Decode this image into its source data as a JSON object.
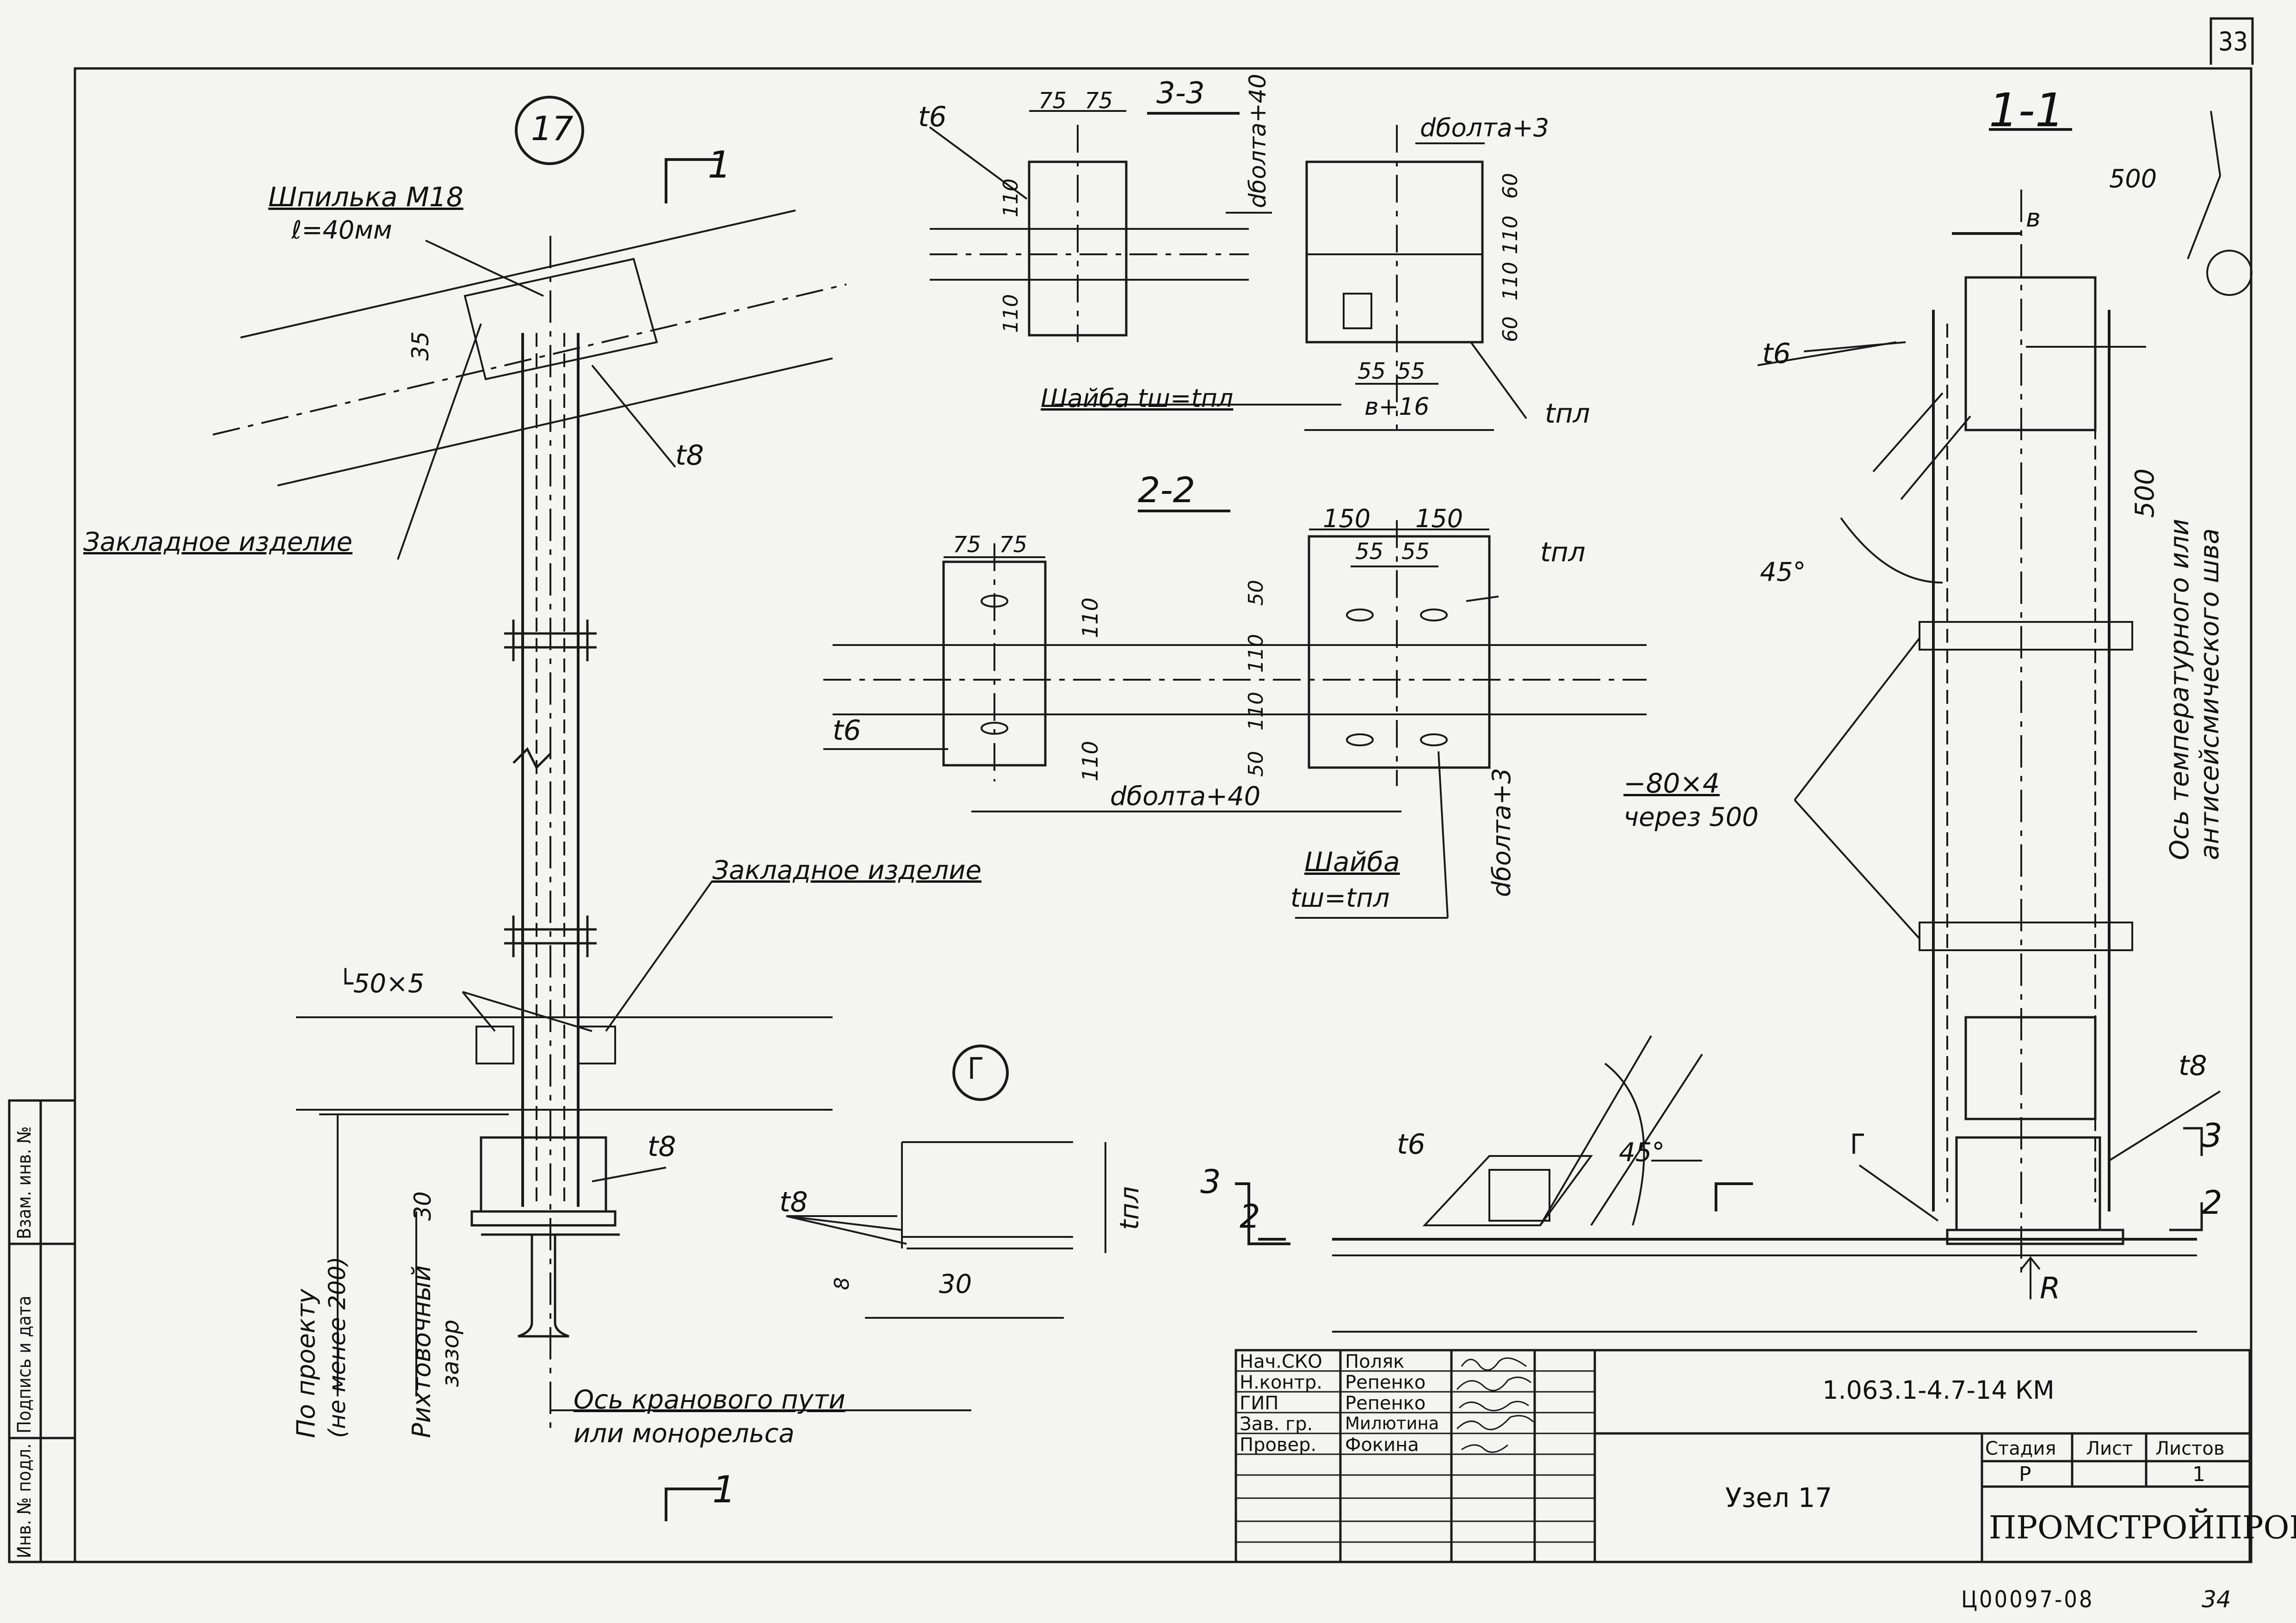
{
  "sheet": {
    "page_number_top": "33",
    "page_number_bottom": "34",
    "archive_code": "Ц00097-08"
  },
  "views": {
    "node_marker": "17",
    "section_1_1_title": "1-1",
    "section_2_2_title": "2-2",
    "section_3_3_title": "3-3",
    "detail_g_marker": "Г",
    "cut_mark_1": "1",
    "cut_mark_2": "2",
    "cut_mark_3": "3",
    "detail_g_ref": "Г"
  },
  "labels": {
    "stud_line1": "Шпилька М18",
    "stud_line2": "ℓ=40мм",
    "embedded_1": "Закладное изделие",
    "embedded_2": "Закладное изделие",
    "angle": "└50×5",
    "t8": "t8",
    "t6": "t6",
    "tpl": "tпл",
    "by_project_1": "По проекту",
    "by_project_2": "(не менее 200)",
    "alignment_1": "Рихтовочный",
    "alignment_2": "зазор",
    "crane_axis_1": "Ось кранового пути",
    "crane_axis_2": "или монорельса",
    "washer_33": "Шайба tш=tпл",
    "washer_22_1": "Шайба",
    "washer_22_2": "tш=tпл",
    "bolt_d3": "dболта+3",
    "bolt_d40": "dболта+40",
    "b16": "в+16",
    "b": "в",
    "strip_1": "−80×4",
    "strip_2": "через 500",
    "axis_joint_1": "Ось температурного или",
    "axis_joint_2": "антисейсмического шва",
    "angle_45": "45°",
    "reaction": "R"
  },
  "dims": {
    "d75": "75",
    "d150": "150",
    "d55": "55",
    "d110": "110",
    "d60": "60",
    "d50": "50",
    "d35": "35",
    "d30": "30",
    "d8": "8",
    "d500": "500"
  },
  "side_stamp": {
    "inv_orig": "Инв. № подл.",
    "sign_date": "Подпись и дата",
    "inv_dup": "Взам. инв. №"
  },
  "title_block": {
    "roles": [
      "Нач.СКО",
      "Н.контр.",
      "ГИП",
      "Зав. гр.",
      "Провер."
    ],
    "names": [
      "Поляк",
      "Репенко",
      "Репенко",
      "Милютина",
      "Фокина"
    ],
    "code": "1.063.1-4.7-14 КМ",
    "title": "Узел 17",
    "stage_label": "Стадия",
    "sheet_label": "Лист",
    "sheets_label": "Листов",
    "stage_value": "Р",
    "sheet_value": "",
    "sheets_value": "1",
    "organization": "ПРОМСТРОЙПРОЕКТ"
  }
}
